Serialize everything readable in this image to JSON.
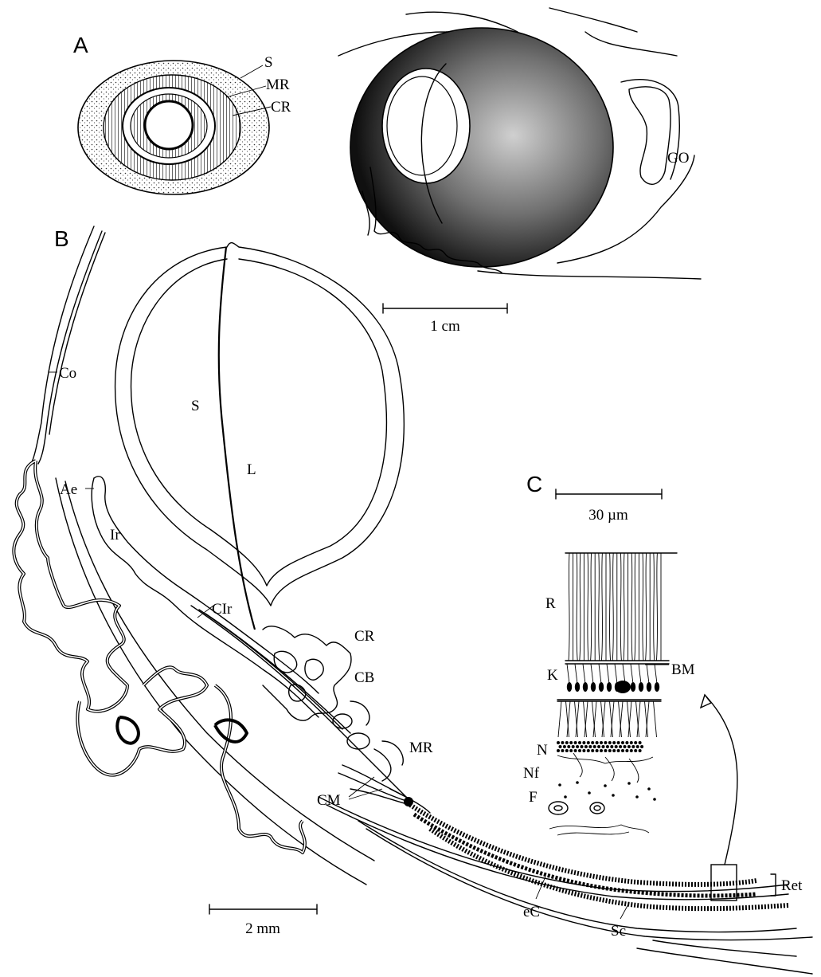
{
  "panels": {
    "a": "A",
    "b": "B",
    "c": "C"
  },
  "panel_a": {
    "labels": {
      "s": "S",
      "mr": "MR",
      "cr": "CR",
      "go": "GO"
    },
    "scale_bar": "1 cm"
  },
  "panel_b": {
    "labels": {
      "co": "Co",
      "ae": "Ae",
      "ir": "Ir",
      "s": "S",
      "l": "L",
      "clr": "CIr",
      "cr": "CR",
      "cb": "CB",
      "mr": "MR",
      "cm": "CM",
      "ec": "eC",
      "sc": "Sc",
      "ret": "Ret"
    },
    "scale_bar": "2 mm"
  },
  "panel_c": {
    "labels": {
      "r": "R",
      "k": "K",
      "bm": "BM",
      "n": "N",
      "nf": "Nf",
      "f": "F"
    },
    "scale_bar": "30 µm"
  }
}
